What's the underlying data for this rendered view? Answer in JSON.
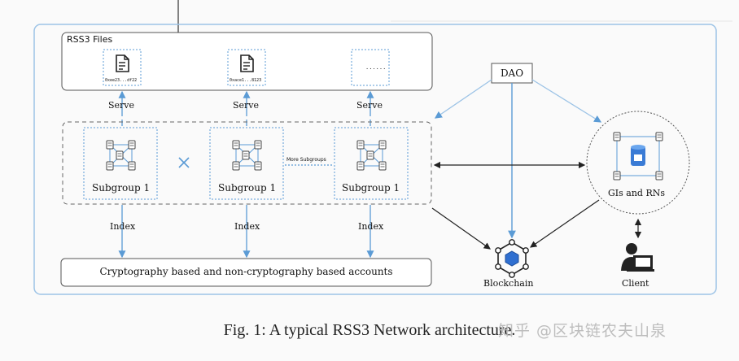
{
  "diagram": {
    "files_box_label": "RSS3 Files",
    "files": [
      {
        "hash": "0xee23...df22"
      },
      {
        "hash": "0xace1...8123"
      },
      {
        "hash": "......"
      }
    ],
    "serve_label": "Serve",
    "index_label": "Index",
    "subgroup_label": "Subgroup 1",
    "more_subgroups_label": "More Subgroups",
    "dao_label": "DAO",
    "gis_label": "GIs and RNs",
    "blockchain_label": "Blockchain",
    "client_label": "Client",
    "accounts_label": "Cryptography based and non-cryptography based accounts",
    "colors": {
      "accent": "#5b9bd5",
      "frame": "#9cc3e6",
      "dark": "#222222"
    }
  },
  "caption": "Fig. 1: A typical RSS3 Network architecture.",
  "watermark": "知乎 @区块链农夫山泉"
}
